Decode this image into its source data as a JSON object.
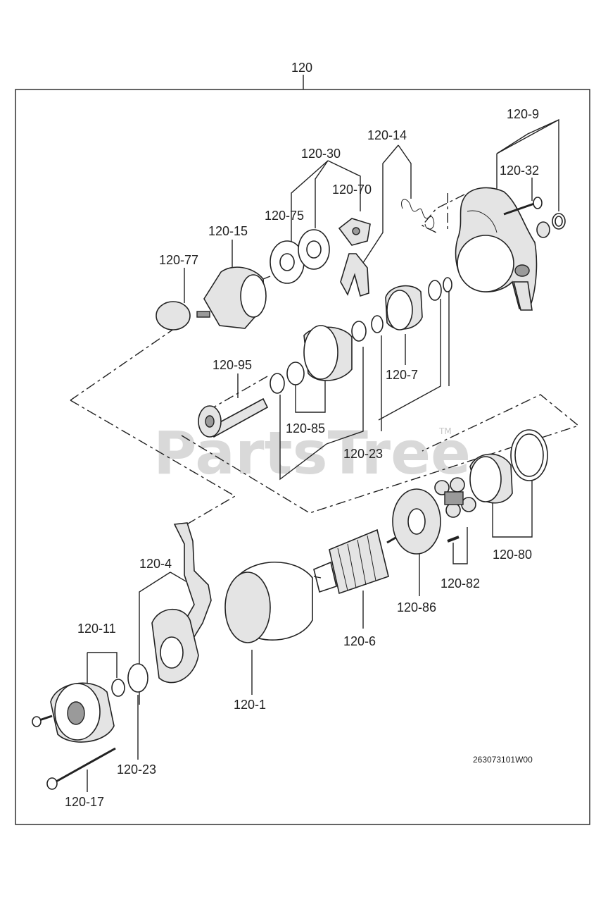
{
  "diagram": {
    "assembly_label": "120",
    "reference_code": "263073101W00",
    "watermark": {
      "text": "PartsTree",
      "trademark": "TM"
    },
    "callouts": [
      {
        "id": "c-120-9",
        "label": "120-9"
      },
      {
        "id": "c-120-14",
        "label": "120-14"
      },
      {
        "id": "c-120-30",
        "label": "120-30"
      },
      {
        "id": "c-120-70",
        "label": "120-70"
      },
      {
        "id": "c-120-32",
        "label": "120-32"
      },
      {
        "id": "c-120-75",
        "label": "120-75"
      },
      {
        "id": "c-120-15",
        "label": "120-15"
      },
      {
        "id": "c-120-77",
        "label": "120-77"
      },
      {
        "id": "c-120-95",
        "label": "120-95"
      },
      {
        "id": "c-120-7",
        "label": "120-7"
      },
      {
        "id": "c-120-85",
        "label": "120-85"
      },
      {
        "id": "c-120-23a",
        "label": "120-23"
      },
      {
        "id": "c-120-4",
        "label": "120-4"
      },
      {
        "id": "c-120-80",
        "label": "120-80"
      },
      {
        "id": "c-120-82",
        "label": "120-82"
      },
      {
        "id": "c-120-86",
        "label": "120-86"
      },
      {
        "id": "c-120-6",
        "label": "120-6"
      },
      {
        "id": "c-120-11",
        "label": "120-11"
      },
      {
        "id": "c-120-1",
        "label": "120-1"
      },
      {
        "id": "c-120-23b",
        "label": "120-23"
      },
      {
        "id": "c-120-17",
        "label": "120-17"
      }
    ]
  }
}
